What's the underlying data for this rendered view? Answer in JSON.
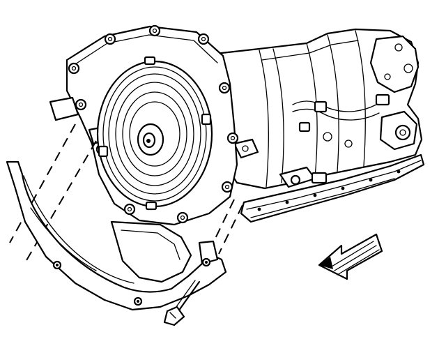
{
  "illustration": {
    "subject": "transmission-with-flywheel-cover",
    "parts": [
      "transmission-case",
      "torque-converter",
      "bell-housing",
      "oil-pan",
      "flywheel-inspection-cover",
      "cover-bolt"
    ],
    "arrow_icon": "front-direction-arrow-icon",
    "line_color": "#000000",
    "background_color": "#ffffff"
  }
}
